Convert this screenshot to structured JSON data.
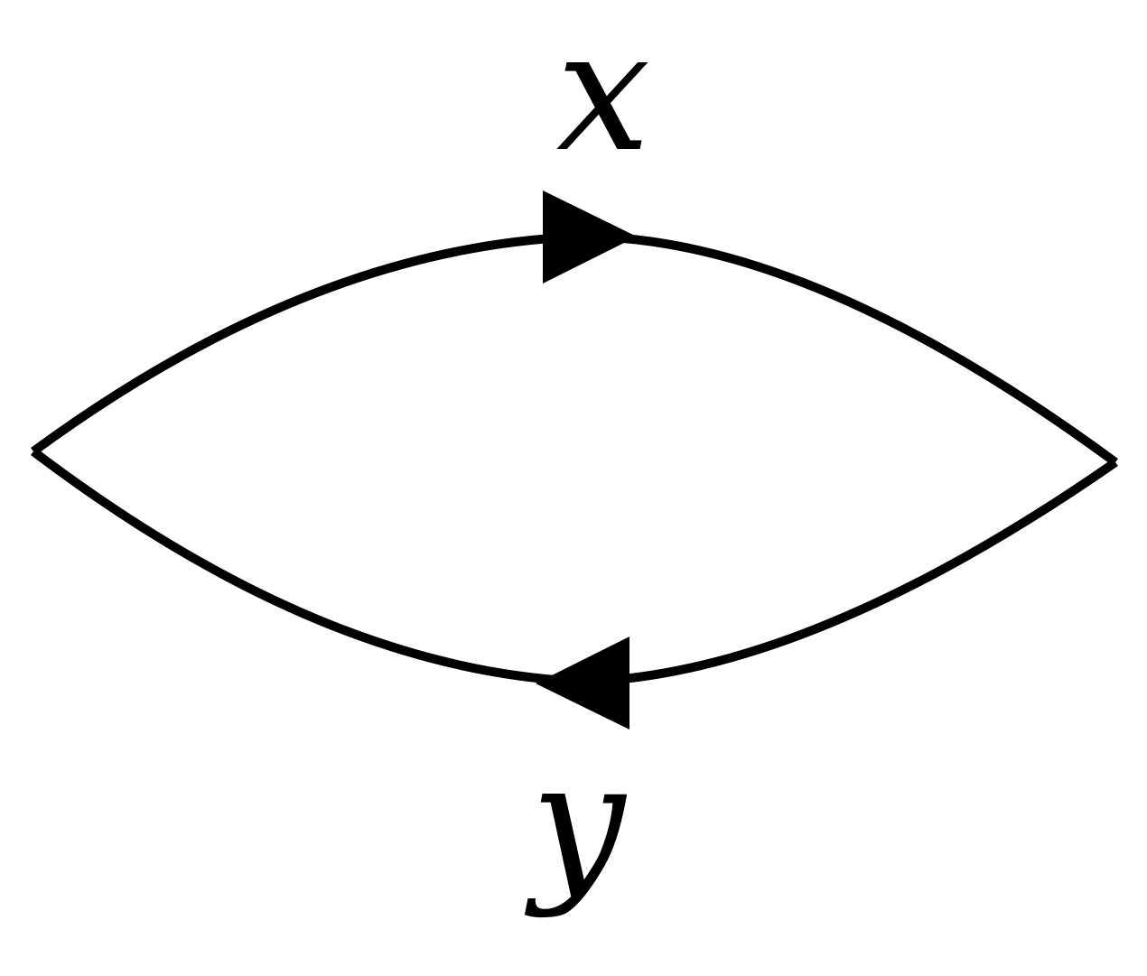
{
  "diagram": {
    "edges": [
      {
        "label": "x",
        "direction": "left-to-right"
      },
      {
        "label": "y",
        "direction": "right-to-left"
      }
    ]
  }
}
